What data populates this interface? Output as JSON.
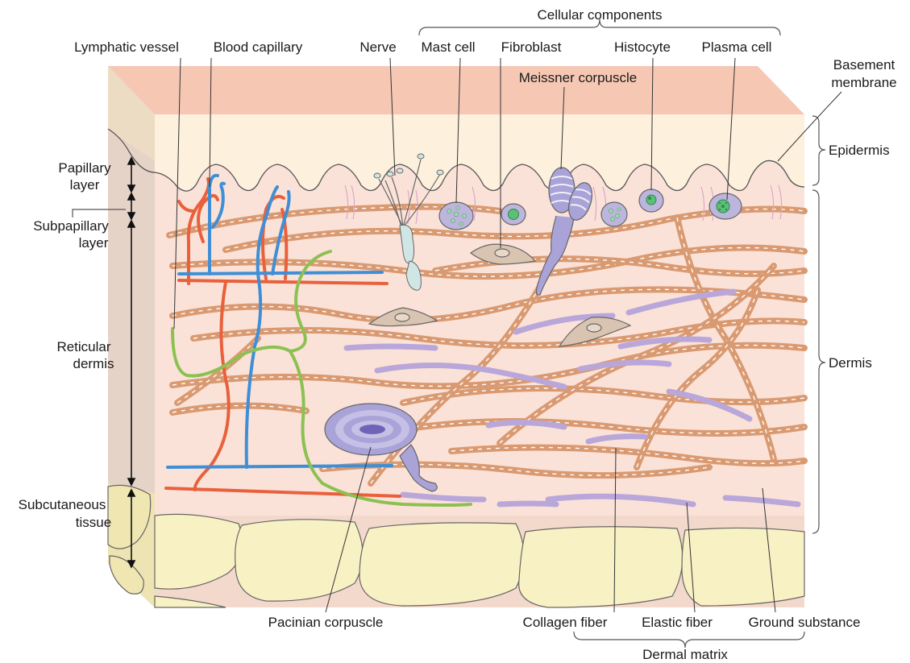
{
  "labels": {
    "cellular_components": "Cellular components",
    "lymphatic_vessel": "Lymphatic vessel",
    "blood_capillary": "Blood capillary",
    "nerve": "Nerve",
    "mast_cell": "Mast cell",
    "fibroblast": "Fibroblast",
    "histocyte": "Histocyte",
    "plasma_cell": "Plasma cell",
    "basement_membrane_1": "Basement",
    "basement_membrane_2": "membrane",
    "meissner_corpuscle": "Meissner corpuscle",
    "papillary_layer_1": "Papillary",
    "papillary_layer_2": "layer",
    "subpapillary_layer_1": "Subpapillary",
    "subpapillary_layer_2": "layer",
    "reticular_dermis_1": "Reticular",
    "reticular_dermis_2": "dermis",
    "subcutaneous_tissue_1": "Subcutaneous",
    "subcutaneous_tissue_2": "tissue",
    "epidermis": "Epidermis",
    "dermis": "Dermis",
    "pacinian_corpuscle": "Pacinian corpuscle",
    "collagen_fiber": "Collagen fiber",
    "elastic_fiber": "Elastic fiber",
    "ground_substance": "Ground substance",
    "dermal_matrix": "Dermal matrix"
  },
  "colors": {
    "epidermis_top": "#f6c8b4",
    "epidermis": "#fdf0dc",
    "dermis": "#fbe2d8",
    "side_face": "#e6d3c8",
    "fat_lobule": "#f8f1c4",
    "collagen": "#d99a72",
    "elastic": "#b9a7da",
    "artery": "#e8603c",
    "vein": "#3f8fd6",
    "lymphatic": "#8cc152",
    "fibroblast": "#d8c4b0",
    "corpuscle": "#a9a3d8"
  },
  "icons": [
    "mast-cell-icon",
    "plasma-cell-icon",
    "histocyte-icon",
    "fibroblast-icon",
    "meissner-corpuscle-icon",
    "pacinian-corpuscle-icon",
    "nerve-icon"
  ]
}
